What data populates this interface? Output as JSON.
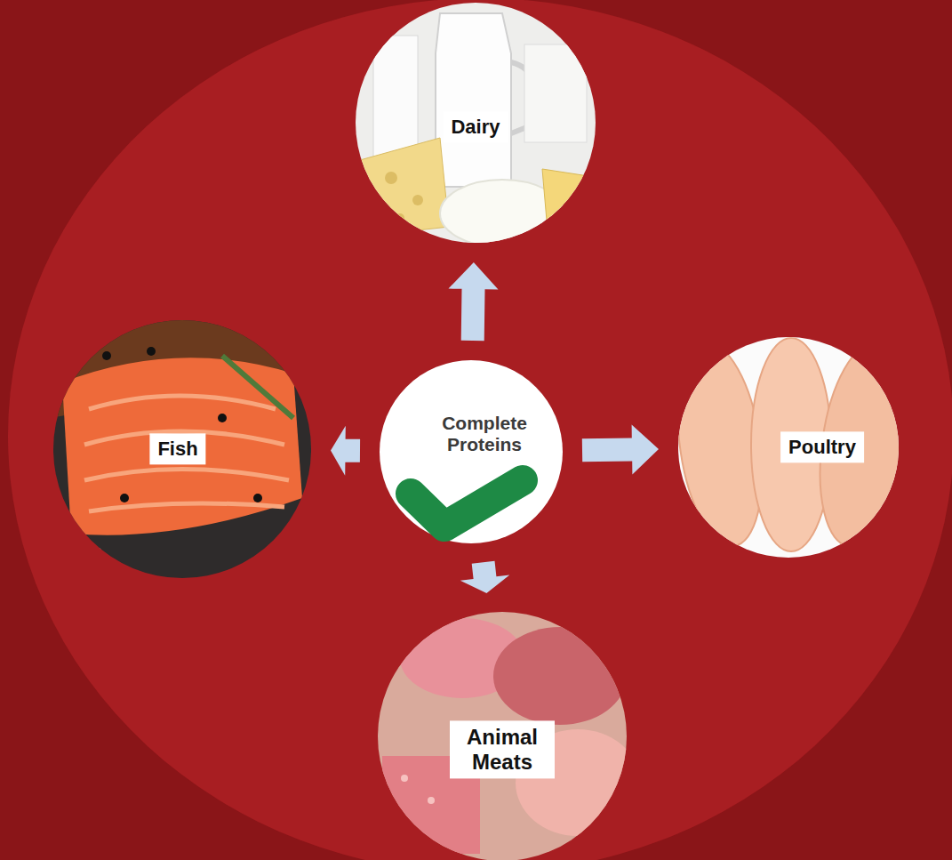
{
  "diagram": {
    "nodes": [
      {
        "text": [
          "Dairy"
        ]
      },
      {
        "text": [
          "Fish"
        ]
      },
      {
        "text": [
          "Complete Proteins"
        ]
      },
      {
        "text": [
          "Poultry"
        ]
      },
      {
        "text": [
          "Animal Meats"
        ]
      }
    ],
    "edges": [
      {
        "from": 2,
        "to": 0,
        "arrow": "to"
      },
      {
        "from": 2,
        "to": 1,
        "arrow": "to"
      },
      {
        "from": 2,
        "to": 3,
        "arrow": "to"
      },
      {
        "from": 2,
        "to": 4,
        "arrow": "to"
      }
    ]
  }
}
